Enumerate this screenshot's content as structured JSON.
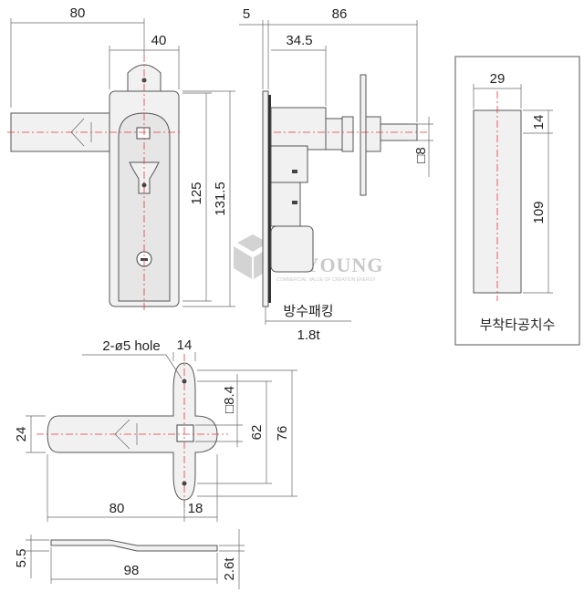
{
  "dimensions": {
    "front": {
      "width_total": "80",
      "width_plate": "40",
      "height_inner": "125",
      "height_total": "131.5"
    },
    "side": {
      "plate": "5",
      "depth_total": "86",
      "depth_body": "34.5",
      "square": "□8"
    },
    "cutout": {
      "width": "29",
      "top": "14",
      "height": "109"
    },
    "bottom": {
      "hole_label": "2-ø5 hole",
      "hole_spacing": "14",
      "square": "□8.4",
      "arm_height": "24",
      "inner_height": "62",
      "outer_height": "76",
      "arm_length": "80",
      "offset": "18"
    },
    "thickness": {
      "step": "5.5",
      "length": "98",
      "plate": "2.6t"
    }
  },
  "labels": {
    "gasket": "방수패킹",
    "gasket_thickness": "1.8t",
    "cutout_title": "부착타공치수"
  },
  "watermark": {
    "brand": "BUYOUNG",
    "tagline": "COMMERCIAL VALUE OF CREATION ENERGY"
  },
  "colors": {
    "centerline": "#e23a3a",
    "outline": "#555555",
    "fill": "#f1f1f1"
  }
}
